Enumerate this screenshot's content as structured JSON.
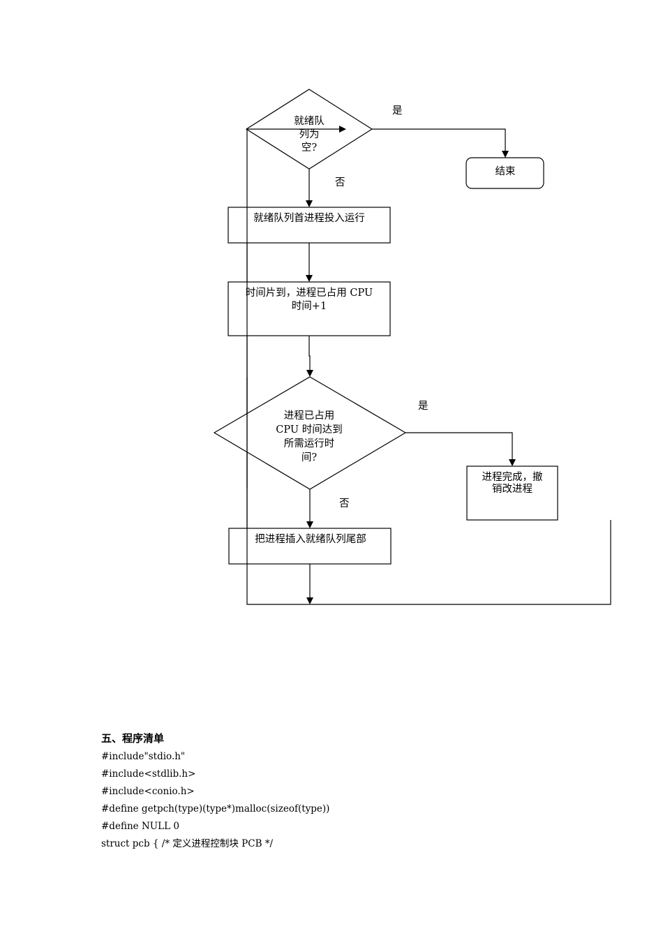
{
  "flowchart": {
    "decision_queue_empty": [
      "就绪队",
      "列为",
      "空?"
    ],
    "label_yes_1": "是",
    "label_no_1": "否",
    "end_box": "结束",
    "run_head_box": "就绪队列首进程投入运行",
    "time_slice_box": [
      "时间片到，进程已占用 CPU",
      "时间+1"
    ],
    "decision_time_reached": [
      "进程已占用",
      "CPU 时间达到",
      "所需运行时",
      "间?"
    ],
    "label_yes_2": "是",
    "label_no_2": "否",
    "finish_box": [
      "进程完成，撤",
      "销改进程"
    ],
    "insert_tail_box": "把进程插入就绪队列尾部"
  },
  "section": {
    "title": "五、程序清单"
  },
  "code_lines": [
    "#include\"stdio.h\"",
    "#include<stdlib.h>",
    "#include<conio.h>",
    "#define getpch(type)(type*)malloc(sizeof(type))",
    "#define NULL 0",
    "struct pcb { /* 定义进程控制块 PCB */"
  ]
}
